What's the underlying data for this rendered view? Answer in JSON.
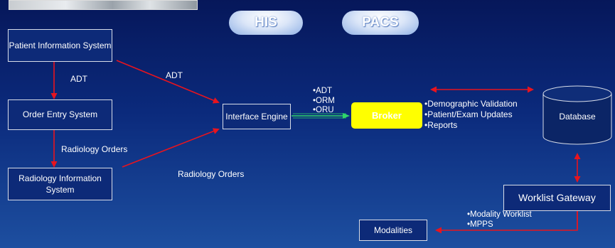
{
  "header": {
    "pills": {
      "his": "HIS",
      "pacs": "PACS"
    }
  },
  "nodes": {
    "patient_info": "Patient Information System",
    "order_entry": "Order Entry System",
    "radiology_info": "Radiology Information System",
    "interface_engine": "Interface Engine",
    "broker": "Broker",
    "database": "Database",
    "worklist_gateway": "Worklist Gateway",
    "modalities": "Modalities"
  },
  "edge_labels": {
    "adt_vertical": "ADT",
    "adt_diagonal": "ADT",
    "radiology_orders_vertical": "Radiology Orders",
    "radiology_orders_diagonal": "Radiology Orders"
  },
  "message_lists": {
    "engine_to_broker": [
      "ADT",
      "ORM",
      "ORU"
    ],
    "broker_services": [
      "Demographic Validation",
      "Patient/Exam Updates",
      "Reports"
    ],
    "gateway_to_modalities": [
      "Modality Worklist",
      "MPPS"
    ]
  },
  "colors": {
    "background_top": "#06175a",
    "background_bottom": "#1d4fa0",
    "arrow": "#e8141e",
    "broker_fill": "#ffff00",
    "engine_arrow": "#2fd66a"
  }
}
